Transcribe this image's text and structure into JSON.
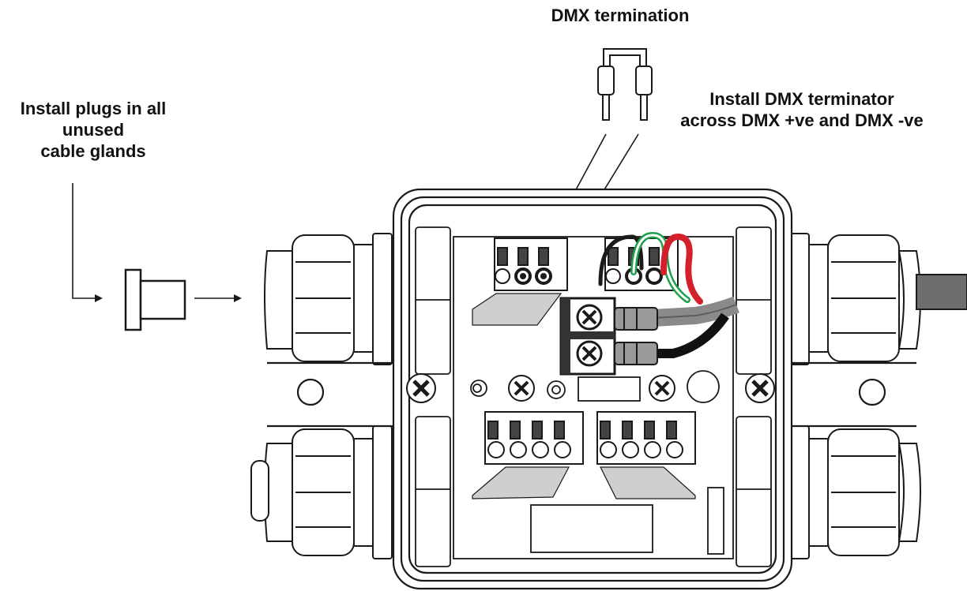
{
  "labels": {
    "dmx_termination": "DMX termination",
    "install_plugs": [
      "Install plugs in all",
      "unused",
      "cable glands"
    ],
    "install_terminator": [
      "Install DMX terminator",
      "across DMX +ve and DMX -ve"
    ]
  },
  "colors": {
    "line": "#1a1a1a",
    "wire_green": "#1aa14a",
    "wire_red": "#d4202a",
    "wire_black": "#111111",
    "wire_grey": "#8a8a8a",
    "shade": "#cfcfcf"
  }
}
